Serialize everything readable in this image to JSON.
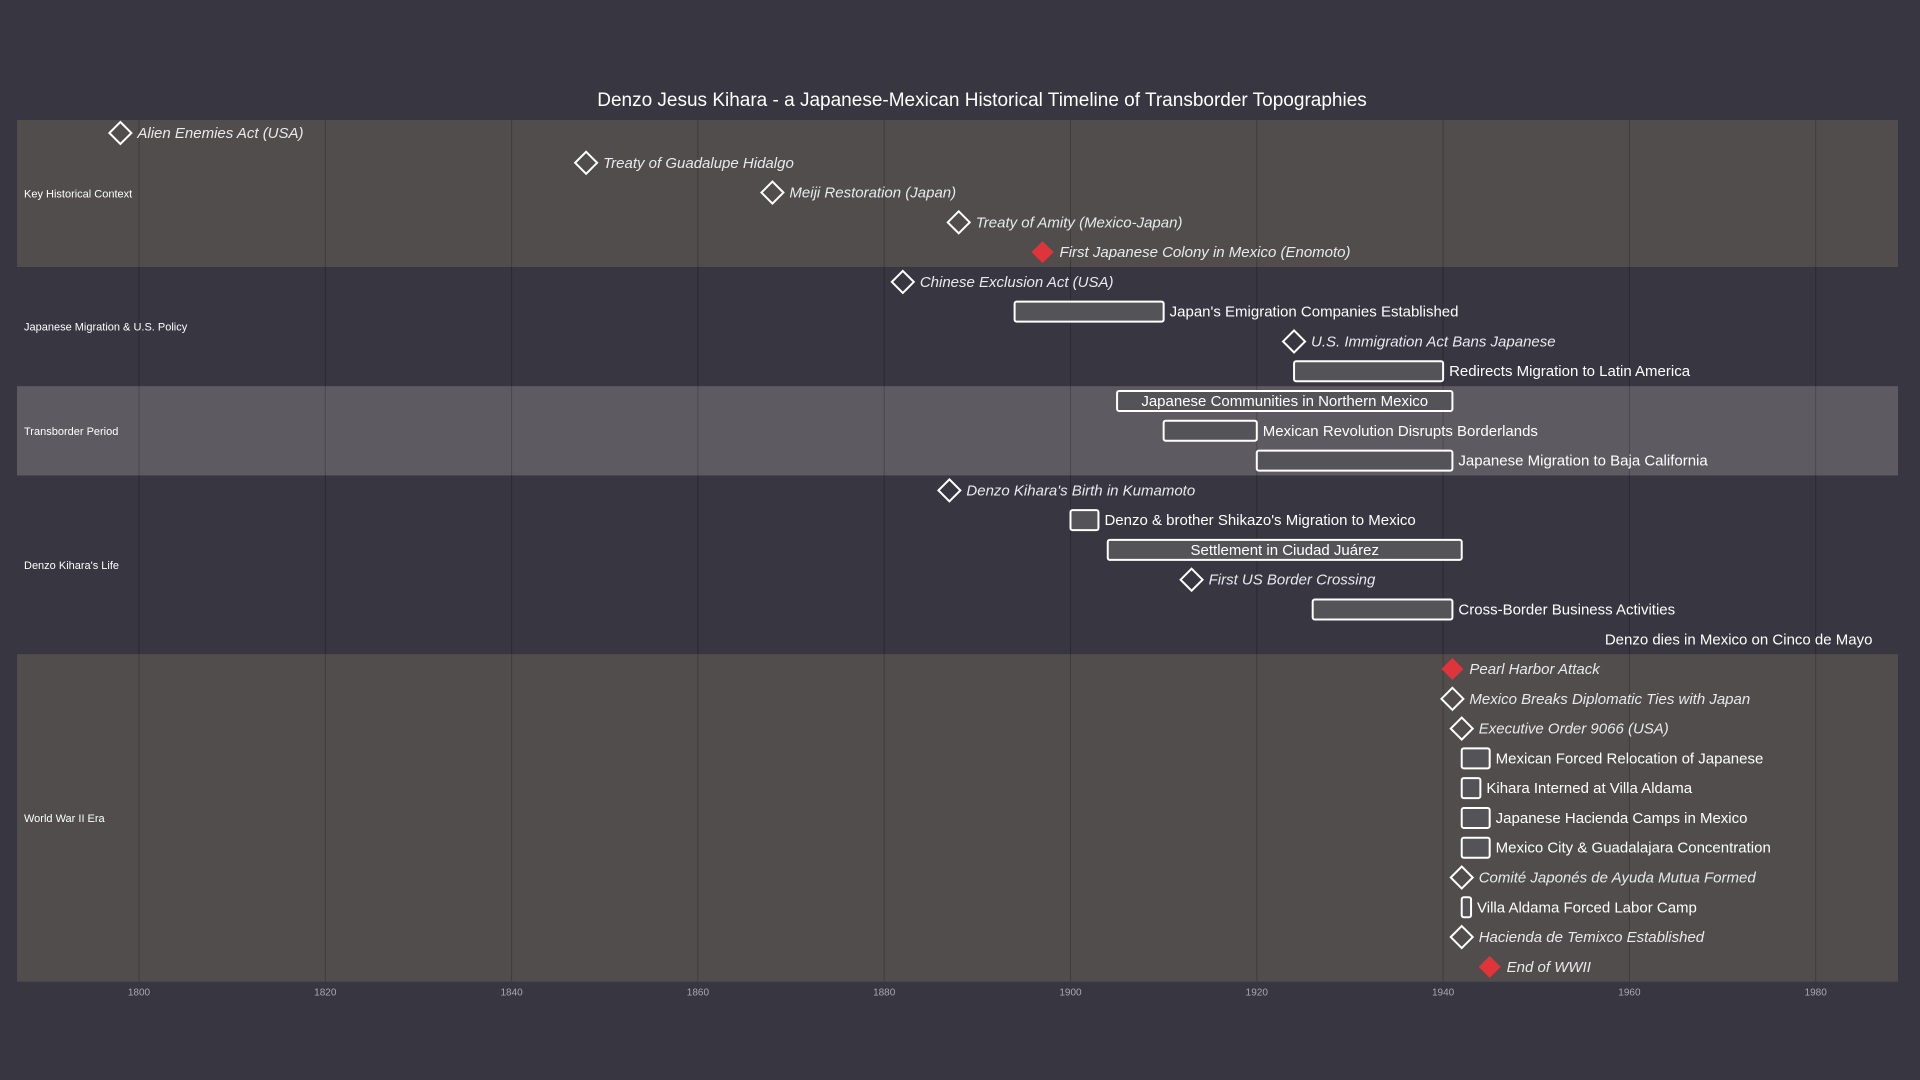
{
  "chart_data": {
    "type": "timeline",
    "title": "Denzo Jesus Kihara - a Japanese-Mexican Historical Timeline of Transborder Topographies",
    "xlim": [
      1787,
      1989
    ],
    "x_ticks": [
      1800,
      1820,
      1840,
      1860,
      1880,
      1900,
      1920,
      1940,
      1960,
      1980
    ],
    "grid": true,
    "colors": {
      "background": "#373641",
      "band_historical": "#504d4c",
      "band_migration": "#373641",
      "band_transborder": "#5e5a62",
      "band_life": "#373641",
      "band_ww2": "#504d4c",
      "bar_fill": "#545458",
      "key_event": "#e0343b"
    },
    "lanes": [
      {
        "name": "Key Historical Context",
        "band": "band_historical",
        "rows": [
          0,
          4
        ]
      },
      {
        "name": "Japanese Migration & U.S. Policy",
        "band": "band_migration",
        "rows": [
          5,
          8
        ]
      },
      {
        "name": "Transborder Period",
        "band": "band_transborder",
        "rows": [
          9,
          11
        ]
      },
      {
        "name": "Denzo Kihara's Life",
        "band": "band_life",
        "rows": [
          12,
          17
        ]
      },
      {
        "name": "World War II Era",
        "band": "band_ww2",
        "rows": [
          18,
          28
        ]
      }
    ],
    "events": [
      {
        "label": "Alien Enemies Act (USA)",
        "kind": "milestone",
        "x": 1798
      },
      {
        "label": "Treaty of Guadalupe Hidalgo",
        "kind": "milestone",
        "x": 1848
      },
      {
        "label": "Meiji Restoration (Japan)",
        "kind": "milestone",
        "x": 1868
      },
      {
        "label": "Treaty of Amity (Mexico-Japan)",
        "kind": "milestone",
        "x": 1888
      },
      {
        "label": "First Japanese Colony in Mexico (Enomoto)",
        "kind": "key",
        "x": 1897
      },
      {
        "label": "Chinese Exclusion Act (USA)",
        "kind": "milestone",
        "x": 1882
      },
      {
        "label": "Japan's Emigration Companies Established",
        "kind": "bar",
        "start": 1894,
        "end": 1910
      },
      {
        "label": "U.S. Immigration Act Bans Japanese",
        "kind": "milestone",
        "x": 1924
      },
      {
        "label": "Redirects Migration to Latin America",
        "kind": "bar",
        "start": 1924,
        "end": 1940
      },
      {
        "label": "Japanese Communities in Northern Mexico",
        "kind": "bar",
        "start": 1905,
        "end": 1941,
        "label_inside": true
      },
      {
        "label": "Mexican Revolution Disrupts Borderlands",
        "kind": "bar",
        "start": 1910,
        "end": 1920
      },
      {
        "label": "Japanese Migration to Baja California",
        "kind": "bar",
        "start": 1920,
        "end": 1941
      },
      {
        "label": "Denzo Kihara's Birth in Kumamoto",
        "kind": "milestone",
        "x": 1887
      },
      {
        "label": "Denzo & brother Shikazo's Migration to Mexico",
        "kind": "bar",
        "start": 1900,
        "end": 1903
      },
      {
        "label": "Settlement in Ciudad Juárez",
        "kind": "bar",
        "start": 1904,
        "end": 1942,
        "label_inside": true
      },
      {
        "label": "First US Border Crossing",
        "kind": "milestone",
        "x": 1913
      },
      {
        "label": "Cross-Border Business Activities",
        "kind": "bar",
        "start": 1926,
        "end": 1941
      },
      {
        "label": "Denzo dies in Mexico on Cinco de Mayo",
        "kind": "text",
        "x": 1955
      },
      {
        "label": "Pearl Harbor Attack",
        "kind": "key",
        "x": 1941
      },
      {
        "label": "Mexico Breaks Diplomatic Ties with Japan",
        "kind": "milestone",
        "x": 1941
      },
      {
        "label": "Executive Order 9066 (USA)",
        "kind": "milestone",
        "x": 1942
      },
      {
        "label": "Mexican Forced Relocation of Japanese",
        "kind": "bar",
        "start": 1942,
        "end": 1945
      },
      {
        "label": "Kihara Interned at Villa Aldama",
        "kind": "bar",
        "start": 1942,
        "end": 1944
      },
      {
        "label": "Japanese Hacienda Camps in Mexico",
        "kind": "bar",
        "start": 1942,
        "end": 1945
      },
      {
        "label": "Mexico City & Guadalajara Concentration",
        "kind": "bar",
        "start": 1942,
        "end": 1945
      },
      {
        "label": "Comité Japonés de Ayuda Mutua Formed",
        "kind": "milestone",
        "x": 1942
      },
      {
        "label": "Villa Aldama Forced Labor Camp",
        "kind": "bar",
        "start": 1942,
        "end": 1943
      },
      {
        "label": "Hacienda de Temixco Established",
        "kind": "milestone",
        "x": 1942
      },
      {
        "label": "End of WWII",
        "kind": "key",
        "x": 1945
      }
    ]
  }
}
